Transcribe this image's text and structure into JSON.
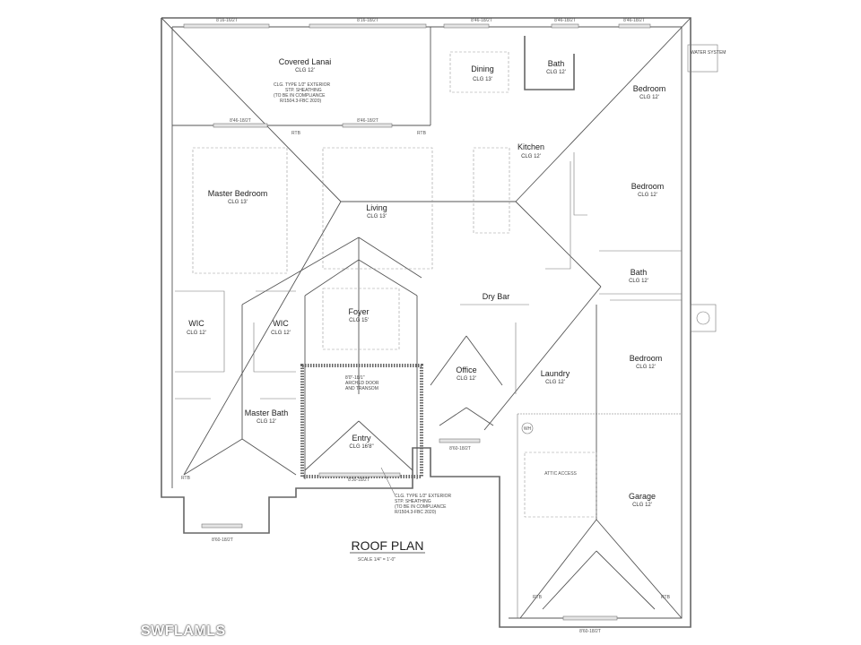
{
  "drawing": {
    "title": "ROOF PLAN",
    "scale": "SCALE 1/4\" = 1'-0\"",
    "watermark": "SWFLAMLS",
    "water_system": "WATER SYSTEM",
    "lanai_note": [
      "CLG. TYPE 1/2\" EXTERIOR",
      "STP. SHEATHING",
      "(TO BE IN COMPLIANCE",
      "R/1504.3-FBC 2020)"
    ],
    "entry_note": [
      "CLG. TYPE 1/2\" EXTERIOR",
      "STP. SHEATHING",
      "(TO BE IN COMPLIANCE",
      "R/1504.3-FBC 2020)"
    ],
    "entry_door_note": [
      "8'0\"-18/1\"",
      "ARCHED DOOR",
      "AND TRANSOM"
    ],
    "rooms": [
      {
        "name": "Covered Lanai",
        "clg": "CLG 12'"
      },
      {
        "name": "Dining",
        "clg": "CLG 13'"
      },
      {
        "name": "Bath",
        "clg": "CLG 12'"
      },
      {
        "name": "Bedroom",
        "clg": "CLG 12'"
      },
      {
        "name": "Kitchen",
        "clg": "CLG 12'"
      },
      {
        "name": "Master Bedroom",
        "clg": "CLG 13'"
      },
      {
        "name": "Living",
        "clg": "CLG 13'"
      },
      {
        "name": "Bedroom",
        "clg": "CLG 12'"
      },
      {
        "name": "Bath",
        "clg": "CLG 12'"
      },
      {
        "name": "Dry Bar",
        "clg": ""
      },
      {
        "name": "Foyer",
        "clg": "CLG 15'"
      },
      {
        "name": "WIC",
        "clg": "CLG 12'"
      },
      {
        "name": "WIC",
        "clg": "CLG 12'"
      },
      {
        "name": "Office",
        "clg": "CLG 12'"
      },
      {
        "name": "Laundry",
        "clg": "CLG 12'"
      },
      {
        "name": "Bedroom",
        "clg": "CLG 12'"
      },
      {
        "name": "Master Bath",
        "clg": "CLG 12'"
      },
      {
        "name": "Entry",
        "clg": "CLG 16'8\""
      },
      {
        "name": "Garage",
        "clg": "CLG 12'"
      }
    ],
    "dims": {
      "top_left": "8'16-16/2T",
      "top_mid": "8'16-18/2T",
      "top_dining": "8'46-18/2T",
      "top_bath": "8'46-18/2T",
      "top_bed": "8'46-18/2T",
      "mbed_top": "8'46-18/2T",
      "lanai_btm": "8'46-18/2T",
      "entry_btm": "8'30-18/2T",
      "office_btm": "8'60-18/2T",
      "mbath_btm": "8'60-18/2T",
      "garage_btm": "8'60-18/2T",
      "rtb": "RTB",
      "attic": "ATTIC ACCESS",
      "wh": "WH"
    }
  }
}
